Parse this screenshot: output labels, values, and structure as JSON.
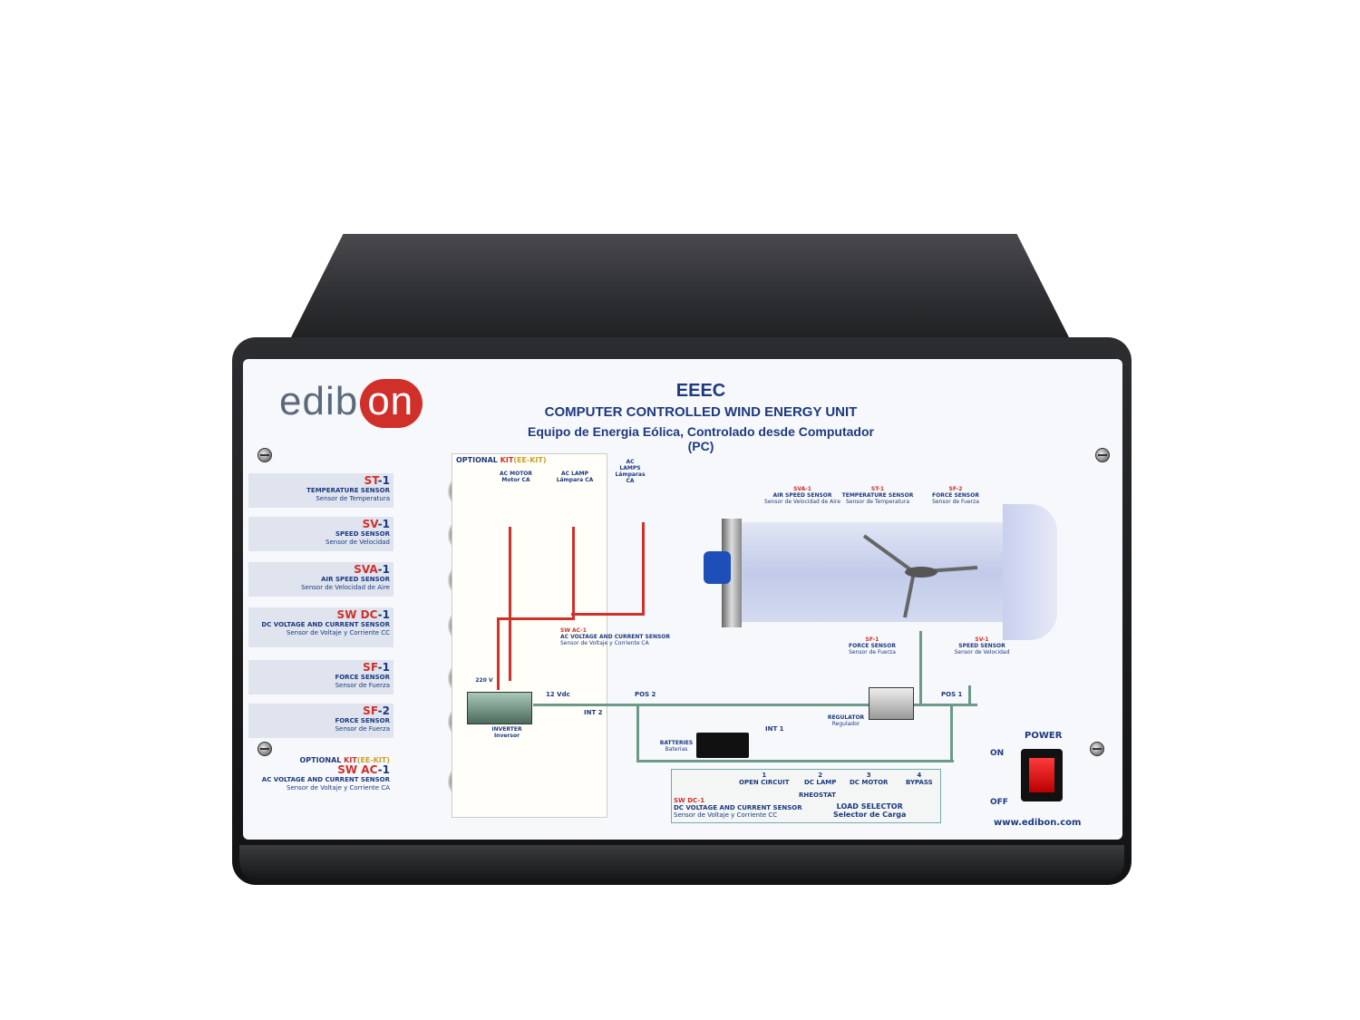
{
  "panel": {
    "logo": {
      "prefix": "edib",
      "suffix": "on"
    },
    "title_code": "EEEC",
    "title_en": "COMPUTER CONTROLLED WIND ENERGY UNIT",
    "title_es": "Equipo de Energia Eólica, Controlado desde Computador (PC)",
    "website": "www.edibon.com",
    "power": {
      "label": "POWER",
      "on": "ON",
      "off": "OFF"
    }
  },
  "sensors": [
    {
      "prefix": "ST",
      "suffix": "-1",
      "en": "TEMPERATURE SENSOR",
      "es": "Sensor de Temperatura"
    },
    {
      "prefix": "SV",
      "suffix": "-1",
      "en": "SPEED SENSOR",
      "es": "Sensor de Velocidad"
    },
    {
      "prefix": "SVA",
      "suffix": "-1",
      "en": "AIR SPEED SENSOR",
      "es": "Sensor de Velocidad de Aire"
    },
    {
      "prefix": "SW DC",
      "suffix": "-1",
      "en": "DC VOLTAGE AND CURRENT SENSOR",
      "es": "Sensor de Voltaje y Corriente CC"
    },
    {
      "prefix": "SF",
      "suffix": "-1",
      "en": "FORCE SENSOR",
      "es": "Sensor de Fuerza"
    },
    {
      "prefix": "SF",
      "suffix": "-2",
      "en": "FORCE SENSOR",
      "es": "Sensor de Fuerza"
    },
    {
      "prefix": "SW AC",
      "suffix": "-1",
      "en": "AC VOLTAGE AND CURRENT SENSOR",
      "es": "Sensor de Voltaje y Corriente CA"
    }
  ],
  "optional_kit": {
    "label_a": "OPTIONAL",
    "label_b": " KIT",
    "label_c": "(EE-KIT)"
  },
  "diagram": {
    "ac_motor": "AC MOTOR",
    "ac_motor_es": "Motor CA",
    "ac_lamp": "AC LAMP",
    "ac_lamp_es": "Lámpara CA",
    "ac_lamps": "AC LAMPS",
    "ac_lamps_es": "Lámparas CA",
    "sw_ac": "SW AC-1",
    "sw_ac_en": "AC VOLTAGE AND CURRENT SENSOR",
    "sw_ac_es": "Sensor de Voltaje y Corriente CA",
    "v220": "220 V",
    "v12": "12 Vdc",
    "inverter": "INVERTER",
    "inverter_es": "Inversor",
    "int2": "INT 2",
    "int1": "INT 1",
    "pos2": "POS 2",
    "pos1": "POS 1",
    "regulator": "REGULATOR",
    "regulator_es": "Regulador",
    "batteries": "BATTERIES",
    "batteries_es": "Baterias",
    "sva": "SVA-1",
    "sva_en": "AIR SPEED SENSOR",
    "sva_es": "Sensor de Velocidad de Aire",
    "st": "ST-1",
    "st_en": "TEMPERATURE SENSOR",
    "st_es": "Sensor de Temperatura",
    "sf2": "SF-2",
    "sf2_en": "FORCE SENSOR",
    "sf2_es": "Sensor de Fuerza",
    "sf1": "SF-1",
    "sf1_en": "FORCE SENSOR",
    "sf1_es": "Sensor de Fuerza",
    "sv": "SV-1",
    "sv_en": "SPEED SENSOR",
    "sv_es": "Sensor de Velocidad",
    "load": {
      "n1": "1",
      "l1": "OPEN CIRCUIT",
      "n2": "2",
      "l2": "DC LAMP",
      "n3": "3",
      "l3": "DC MOTOR",
      "n4": "4",
      "l4": "BYPASS",
      "rheostat": "RHEOSTAT",
      "title": "LOAD SELECTOR",
      "title_es": "Selector de Carga",
      "swdc": "SW DC-1",
      "swdc_en": "DC VOLTAGE AND CURRENT SENSOR",
      "swdc_es": "Sensor de Voltaje y Corriente CC"
    }
  }
}
